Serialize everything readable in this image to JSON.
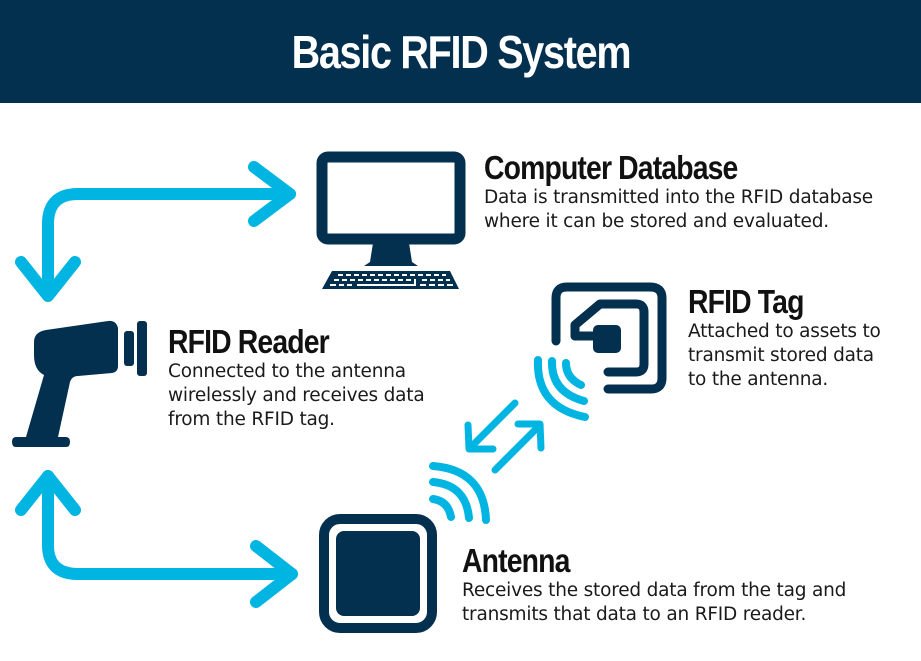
{
  "header": {
    "title": "Basic RFID System"
  },
  "colors": {
    "navy": "#03304f",
    "accent_cyan": "#00b5e2",
    "text": "#111111",
    "background": "#ffffff"
  },
  "components": {
    "computer": {
      "icon": "computer-monitor-icon",
      "title": "Computer Database",
      "description": "Data is transmitted into the RFID database\nwhere it can be stored and evaluated."
    },
    "reader": {
      "icon": "rfid-reader-gun-icon",
      "title": "RFID Reader",
      "description": "Connected to the antenna\nwirelessly and receives data\nfrom the RFID tag."
    },
    "tag": {
      "icon": "rfid-tag-icon",
      "title": "RFID Tag",
      "description": "Attached to assets to\ntransmit stored data\nto the antenna."
    },
    "antenna": {
      "icon": "antenna-chip-icon",
      "title": "Antenna",
      "description": "Receives the stored data from the tag and\ntransmits that data to an RFID reader."
    }
  },
  "connections": [
    {
      "from": "reader",
      "to": "computer",
      "direction": "bidirectional"
    },
    {
      "from": "reader",
      "to": "antenna",
      "direction": "bidirectional"
    },
    {
      "from": "antenna",
      "to": "tag",
      "direction": "bidirectional",
      "style": "wireless"
    }
  ]
}
